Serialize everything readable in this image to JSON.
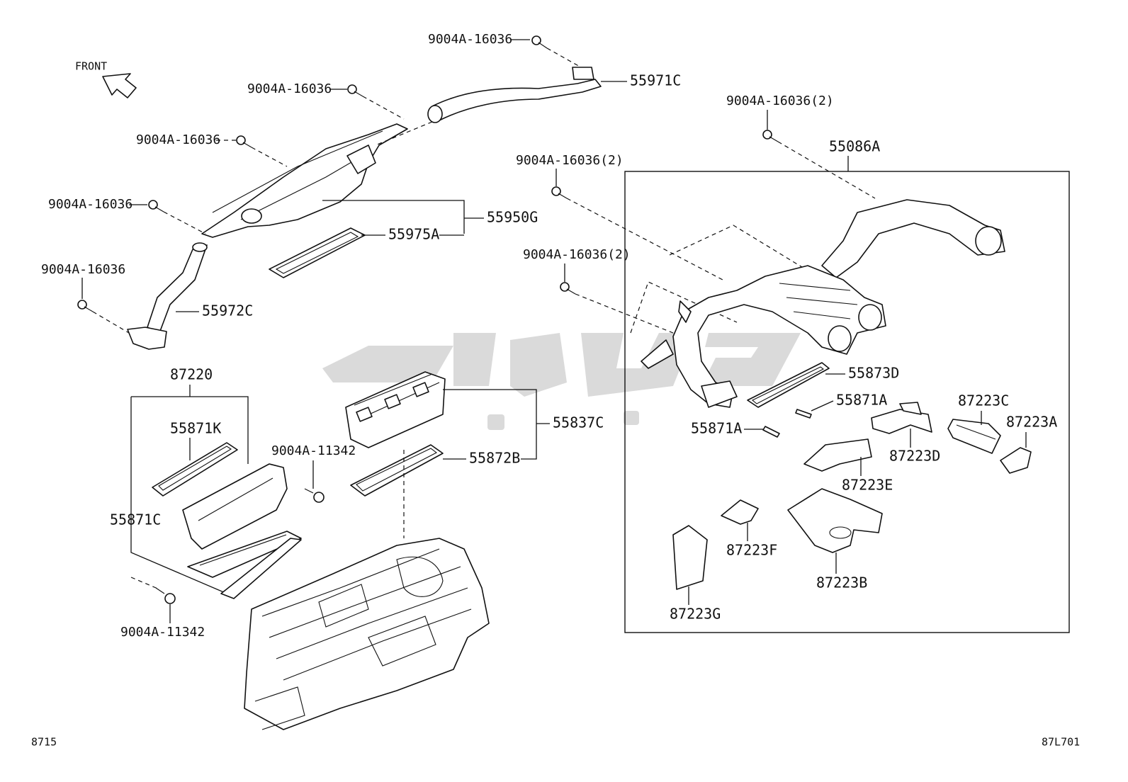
{
  "diagram": {
    "front_label": "FRONT",
    "corner_left": "8715",
    "corner_right": "87L701",
    "parts": {
      "bolt_a": "9004A-16036",
      "bolt_b": "9004A-16036",
      "bolt_c": "9004A-16036",
      "bolt_d": "9004A-16036",
      "bolt_e": "9004A-16036",
      "bolt_f": "9004A-16036(2)",
      "bolt_g": "9004A-16036(2)",
      "bolt_h": "9004A-16036(2)",
      "bolt_i": "9004A-11342",
      "bolt_j": "9004A-11342",
      "p55971C": "55971C",
      "p55950G": "55950G",
      "p55975A": "55975A",
      "p55972C": "55972C",
      "p55086A": "55086A",
      "p55873D": "55873D",
      "p55871A_1": "55871A",
      "p55871A_2": "55871A",
      "p87220": "87220",
      "p55871K": "55871K",
      "p55871C": "55871C",
      "p55837C": "55837C",
      "p55872B": "55872B",
      "p87223C": "87223C",
      "p87223A": "87223A",
      "p87223D": "87223D",
      "p87223E": "87223E",
      "p87223F": "87223F",
      "p87223B": "87223B",
      "p87223G": "87223G"
    }
  }
}
